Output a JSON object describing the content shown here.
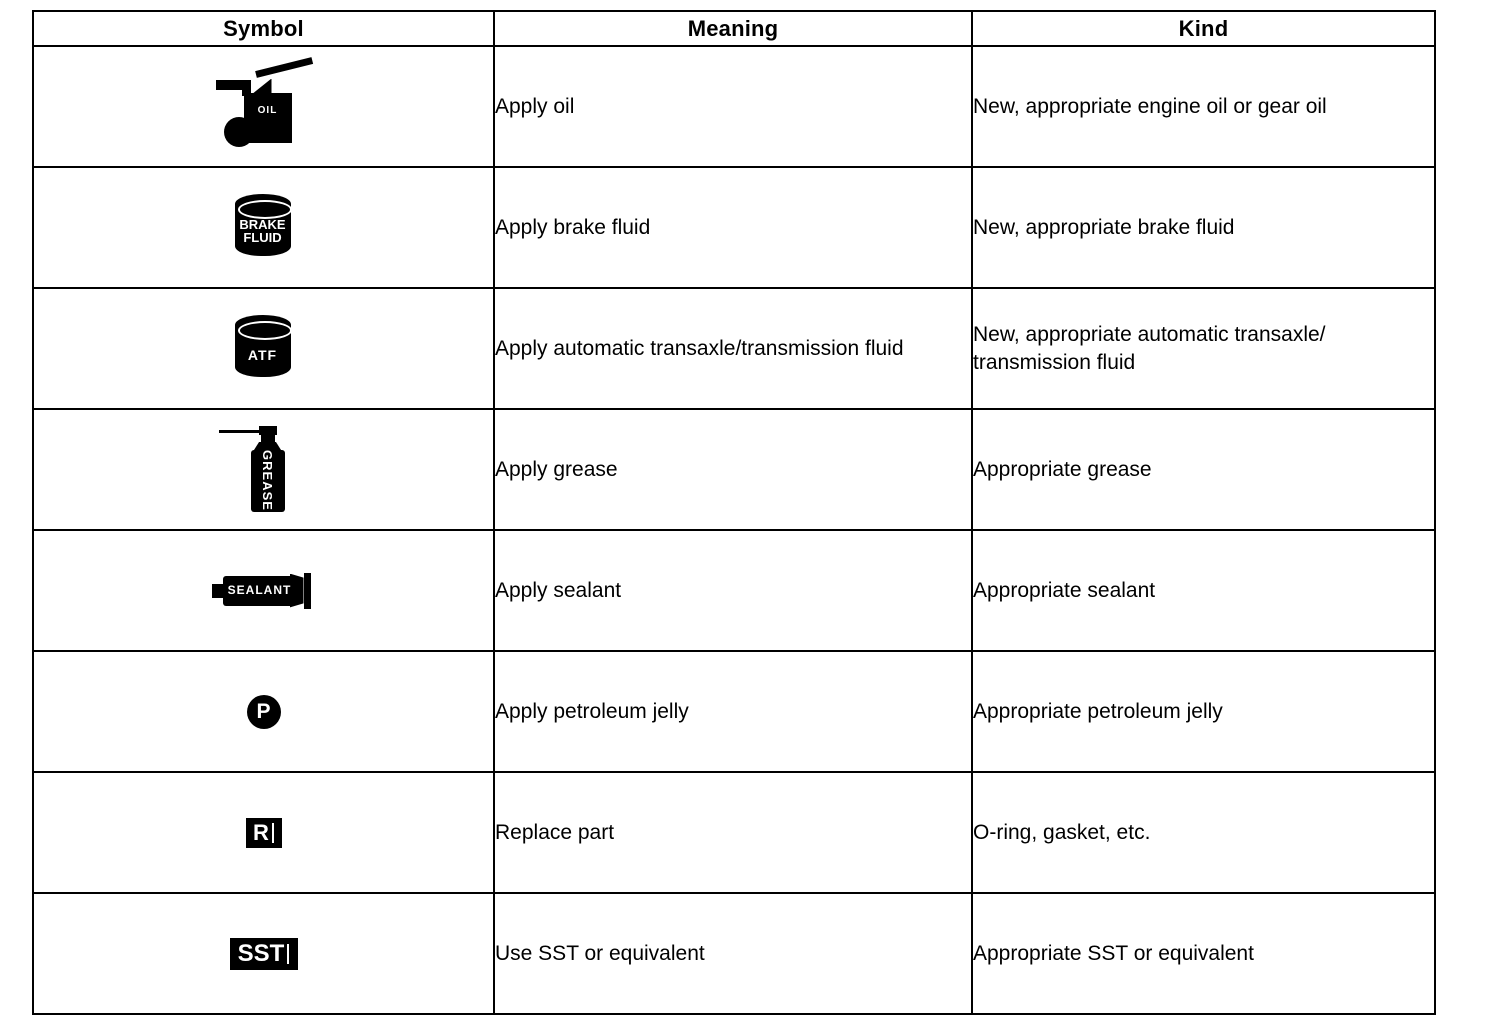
{
  "table": {
    "headers": {
      "symbol": "Symbol",
      "meaning": "Meaning",
      "kind": "Kind"
    },
    "rows": [
      {
        "symbol_icon": "oil-can-icon",
        "symbol_text": "OIL",
        "meaning": "Apply oil",
        "kind": "New, appropriate engine oil or gear oil"
      },
      {
        "symbol_icon": "brake-fluid-can-icon",
        "symbol_text_line1": "BRAKE",
        "symbol_text_line2": "FLUID",
        "meaning": "Apply brake fluid",
        "kind": "New, appropriate brake fluid"
      },
      {
        "symbol_icon": "atf-can-icon",
        "symbol_text": "ATF",
        "meaning": "Apply automatic transaxle/transmission fluid",
        "kind": "New, appropriate automatic transaxle/ transmission fluid"
      },
      {
        "symbol_icon": "grease-can-icon",
        "symbol_text": "GREASE",
        "meaning": "Apply grease",
        "kind": "Appropriate grease"
      },
      {
        "symbol_icon": "sealant-tube-icon",
        "symbol_text": "SEALANT",
        "meaning": "Apply sealant",
        "kind": "Appropriate sealant"
      },
      {
        "symbol_icon": "petroleum-jelly-icon",
        "symbol_text": "P",
        "meaning": "Apply petroleum jelly",
        "kind": "Appropriate petroleum jelly"
      },
      {
        "symbol_icon": "replace-part-badge-icon",
        "symbol_text": "R",
        "meaning": "Replace part",
        "kind": "O-ring, gasket, etc."
      },
      {
        "symbol_icon": "sst-badge-icon",
        "symbol_text": "SST",
        "meaning": "Use SST or equivalent",
        "kind": "Appropriate SST or equivalent"
      }
    ]
  },
  "colors": {
    "ink": "#000000",
    "paper": "#ffffff"
  }
}
